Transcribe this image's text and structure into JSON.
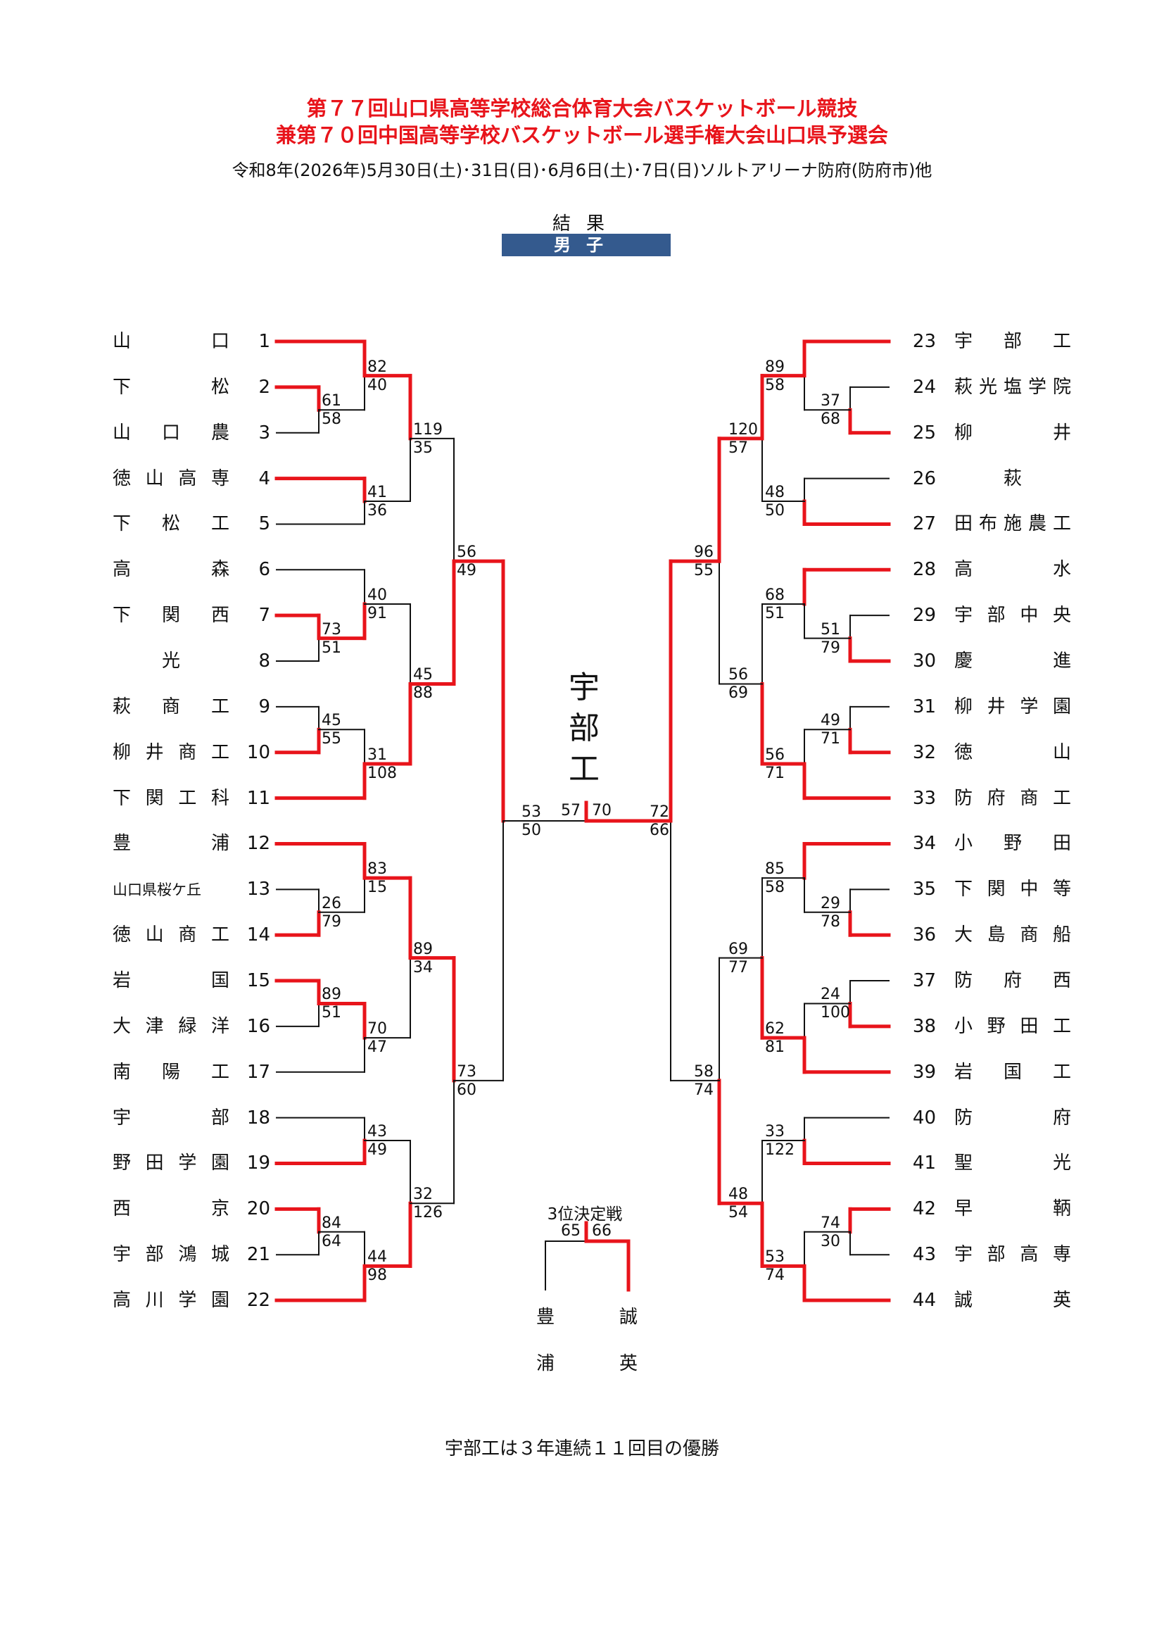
{
  "header": {
    "title_line1": "第７７回山口県高等学校総合体育大会バスケットボール競技",
    "title_line2": "兼第７０回中国高等学校バスケットボール選手権大会山口県予選会",
    "date_venue": "令和8年(2026年)5月30日(土)･31日(日)･6月6日(土)･7日(日)ソルトアリーナ防府(防府市)他",
    "results_label": "結果",
    "gender_label": "男子"
  },
  "colors": {
    "winner_line": "#e8141b",
    "title": "#e8141b",
    "gender_bg": "#345a8e"
  },
  "teams_left": [
    {
      "no": "1",
      "name": "山口"
    },
    {
      "no": "2",
      "name": "下松"
    },
    {
      "no": "3",
      "name": "山口農"
    },
    {
      "no": "4",
      "name": "徳山高専"
    },
    {
      "no": "5",
      "name": "下松工"
    },
    {
      "no": "6",
      "name": "高森"
    },
    {
      "no": "7",
      "name": "下関西"
    },
    {
      "no": "8",
      "name": "光"
    },
    {
      "no": "9",
      "name": "萩商工"
    },
    {
      "no": "10",
      "name": "柳井商工"
    },
    {
      "no": "11",
      "name": "下関工科"
    },
    {
      "no": "12",
      "name": "豊浦"
    },
    {
      "no": "13",
      "name": "山口県桜ケ丘"
    },
    {
      "no": "14",
      "name": "徳山商工"
    },
    {
      "no": "15",
      "name": "岩国"
    },
    {
      "no": "16",
      "name": "大津緑洋"
    },
    {
      "no": "17",
      "name": "南陽工"
    },
    {
      "no": "18",
      "name": "宇部"
    },
    {
      "no": "19",
      "name": "野田学園"
    },
    {
      "no": "20",
      "name": "西京"
    },
    {
      "no": "21",
      "name": "宇部鴻城"
    },
    {
      "no": "22",
      "name": "高川学園"
    }
  ],
  "teams_right": [
    {
      "no": "23",
      "name": "宇部工"
    },
    {
      "no": "24",
      "name": "萩光塩学院"
    },
    {
      "no": "25",
      "name": "柳井"
    },
    {
      "no": "26",
      "name": "萩"
    },
    {
      "no": "27",
      "name": "田布施農工"
    },
    {
      "no": "28",
      "name": "高水"
    },
    {
      "no": "29",
      "name": "宇部中央"
    },
    {
      "no": "30",
      "name": "慶進"
    },
    {
      "no": "31",
      "name": "柳井学園"
    },
    {
      "no": "32",
      "name": "徳山"
    },
    {
      "no": "33",
      "name": "防府商工"
    },
    {
      "no": "34",
      "name": "小野田"
    },
    {
      "no": "35",
      "name": "下関中等"
    },
    {
      "no": "36",
      "name": "大島商船"
    },
    {
      "no": "37",
      "name": "防府西"
    },
    {
      "no": "38",
      "name": "小野田工"
    },
    {
      "no": "39",
      "name": "岩国工"
    },
    {
      "no": "40",
      "name": "防府"
    },
    {
      "no": "41",
      "name": "聖光"
    },
    {
      "no": "42",
      "name": "早鞆"
    },
    {
      "no": "43",
      "name": "宇部高専"
    },
    {
      "no": "44",
      "name": "誠英"
    }
  ],
  "scores": {
    "l1": [
      [
        "61",
        "58"
      ],
      [
        "73",
        "51"
      ],
      [
        "45",
        "55"
      ],
      [
        "26",
        "79"
      ],
      [
        "89",
        "51"
      ],
      [
        "84",
        "64"
      ]
    ],
    "l2": [
      [
        "82",
        "40"
      ],
      [
        "41",
        "36"
      ],
      [
        "40",
        "91"
      ],
      [
        "31",
        "108"
      ],
      [
        "83",
        "15"
      ],
      [
        "70",
        "47"
      ],
      [
        "43",
        "49"
      ],
      [
        "44",
        "98"
      ]
    ],
    "l3": [
      [
        "119",
        "35"
      ],
      [
        "45",
        "88"
      ],
      [
        "89",
        "34"
      ],
      [
        "32",
        "126"
      ]
    ],
    "l4": [
      [
        "56",
        "49"
      ],
      [
        "73",
        "60"
      ]
    ],
    "l5": [
      "53",
      "50"
    ],
    "r1": [
      [
        "37",
        "68"
      ],
      [
        "51",
        "79"
      ],
      [
        "49",
        "71"
      ],
      [
        "29",
        "78"
      ],
      [
        "24",
        "100"
      ],
      [
        "74",
        "30"
      ]
    ],
    "r2": [
      [
        "89",
        "58"
      ],
      [
        "48",
        "50"
      ],
      [
        "68",
        "51"
      ],
      [
        "56",
        "71"
      ],
      [
        "85",
        "58"
      ],
      [
        "62",
        "81"
      ],
      [
        "33",
        "122"
      ],
      [
        "53",
        "74"
      ]
    ],
    "r3": [
      [
        "120",
        "57"
      ],
      [
        "56",
        "69"
      ],
      [
        "69",
        "77"
      ],
      [
        "48",
        "54"
      ]
    ],
    "r4": [
      [
        "96",
        "55"
      ],
      [
        "58",
        "74"
      ]
    ],
    "r5": [
      "72",
      "66"
    ],
    "final": [
      "57",
      "70"
    ]
  },
  "champion": "宇部工",
  "third_place": {
    "title": "3位決定戦",
    "score_left": "65",
    "score_right": "66",
    "team_left": "豊浦",
    "team_right": "誠英"
  },
  "footer": "宇部工は３年連続１１回目の優勝"
}
